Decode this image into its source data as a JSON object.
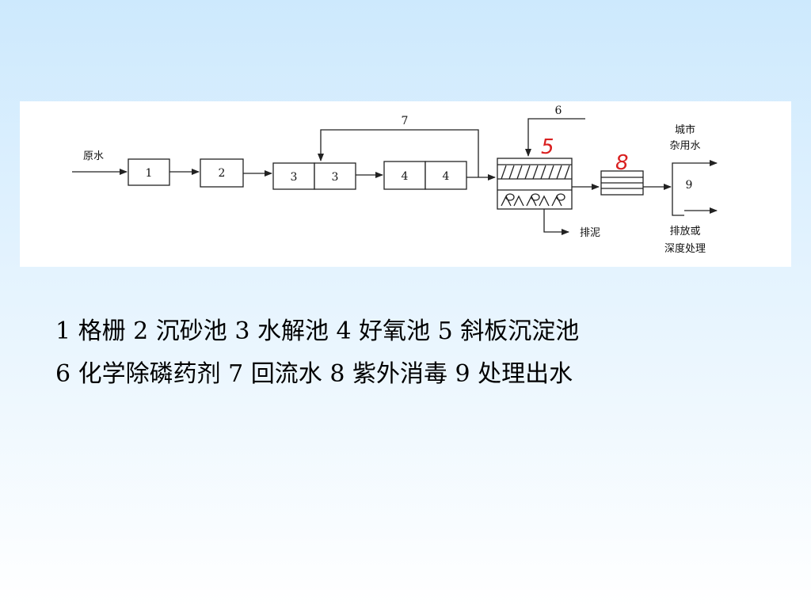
{
  "diagram": {
    "inflow_label": "原水",
    "boxes": [
      "1",
      "2",
      "3",
      "3",
      "4",
      "4",
      "9"
    ],
    "recycle_label": "7",
    "chemical_label": "6",
    "handwritten_labels": [
      "5",
      "8"
    ],
    "sludge_label": "排泥",
    "outflow_top_lines": [
      "城市",
      "杂用水"
    ],
    "outflow_bottom_lines": [
      "排放或",
      "深度处理"
    ]
  },
  "legend": {
    "line1": "1 格栅  2 沉砂池  3 水解池  4 好氧池  5 斜板沉淀池",
    "line2": "6 化学除磷药剂  7 回流水  8 紫外消毒  9 处理出水"
  }
}
